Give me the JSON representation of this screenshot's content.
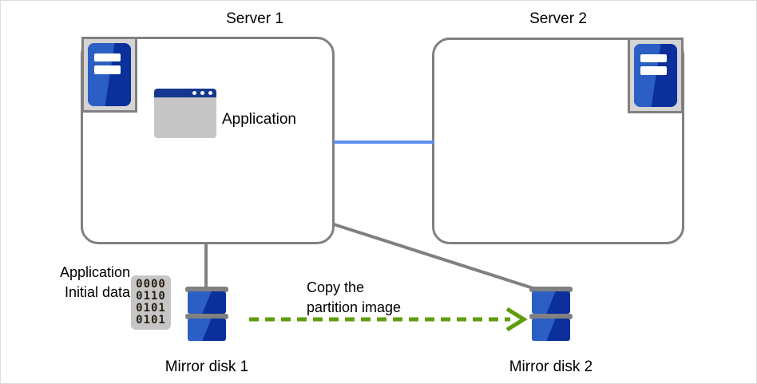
{
  "diagram": {
    "title_server1": "Server 1",
    "title_server2": "Server 2",
    "application_label": "Application",
    "initial_data_line1": "Application",
    "initial_data_line2": "Initial data",
    "binary_rows": [
      "0000",
      "0110",
      "0101",
      "0101"
    ],
    "copy_label_line1": "Copy the",
    "copy_label_line2": "partition image",
    "mirror_disk1_label": "Mirror disk 1",
    "mirror_disk2_label": "Mirror disk 2",
    "icons": {
      "server1": "server-icon",
      "server2": "server-icon",
      "application": "application-window-icon",
      "binary": "binary-data-icon",
      "disk1": "disk-icon",
      "disk2": "disk-icon",
      "arrow": "dashed-arrow-right-icon"
    },
    "colors": {
      "box_border": "#808080",
      "icon_blue_light": "#2b5fc4",
      "icon_blue_dark": "#0b309c",
      "titlebar_blue": "#16378f",
      "heartbeat_line": "#5b8ef0",
      "arrow_green": "#5f9c0a",
      "gray_fill": "#c6c6c6",
      "page_border": "#dcdcdc"
    }
  }
}
